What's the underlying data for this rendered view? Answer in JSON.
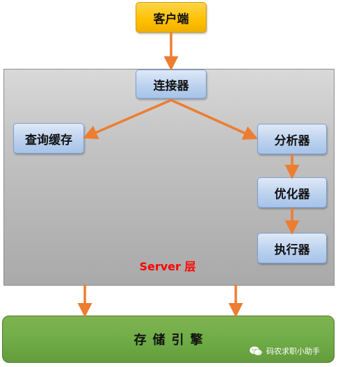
{
  "client": {
    "label": "客户端"
  },
  "server": {
    "layer_label": "Server 层",
    "connector": {
      "label": "连接器"
    },
    "query_cache": {
      "label": "查询缓存"
    },
    "analyzer": {
      "label": "分析器"
    },
    "optimizer": {
      "label": "优化器"
    },
    "executor": {
      "label": "执行器"
    }
  },
  "storage": {
    "label": "存储引擎"
  },
  "watermark": {
    "icon": "wechat-icon",
    "text": "码农求职小助手"
  },
  "colors": {
    "arrow": "#ed7d31",
    "client_fill": "#ffc000",
    "node_fill": "#bdd7ee",
    "server_panel": "#bfbfbf",
    "storage_fill": "#70ad47",
    "server_label": "#ff0000"
  }
}
